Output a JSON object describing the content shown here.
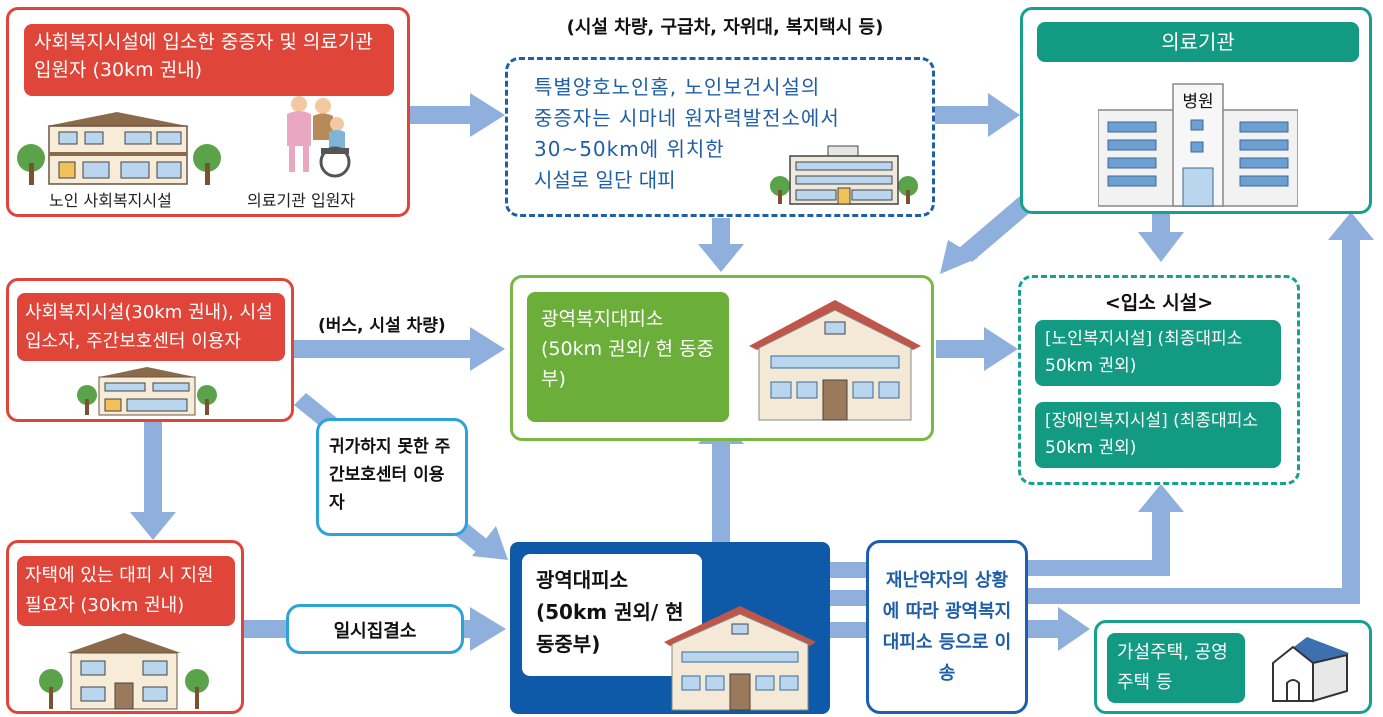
{
  "nodes": {
    "top_left": {
      "label": "사회복지시설에 입소한 중증자 및 의료기관 입원자 (30km 권내)",
      "caption_facility": "노인 사회복지시설",
      "caption_patient": "의료기관 입원자"
    },
    "top_middle": {
      "header": "(시설 차량, 구급차, 자위대, 복지택시 등)",
      "line1": "특별양호노인홈, 노인보건시설의",
      "line2": "중증자는 시마네 원자력발전소에서",
      "line3": "30~50km에 위치한",
      "line4": "시설로 일단 대피"
    },
    "medical": {
      "title": "의료기관",
      "hospital_sign": "병원"
    },
    "mid_left": {
      "label": "사회복지시설(30km 권내), 시설 입소자, 주간보호센터 이용자"
    },
    "bus_label": "(버스, 시설 차량)",
    "welfare_shelter": {
      "label": "광역복지대피소 (50km 권외/ 현 동중부)"
    },
    "admission": {
      "title": "<입소 시설>",
      "item1": "[노인복지시설] (최종대피소 50km 권외)",
      "item2": "[장애인복지시설] (최종대피소 50km 권외)"
    },
    "daycare": {
      "label": "귀가하지 못한 주간보호센터 이용자"
    },
    "home": {
      "label": "자택에 있는 대피 시 지원 필요자 (30km 권내)"
    },
    "gathering": {
      "label": "일시집결소"
    },
    "wide_shelter": {
      "label": "광역대피소 (50km 권외/ 현 동중부)"
    },
    "transfer": {
      "label": "재난약자의 상황에 따라 광역복지대피소 등으로 이송"
    },
    "housing": {
      "label": "가설주택, 공영주택 등"
    }
  },
  "colors": {
    "red": "#e0453a",
    "blue": "#1f5fa8",
    "teal": "#139a82",
    "green": "#79b843",
    "light_blue": "#2aa3d8",
    "navy": "#0f5aa8",
    "arrow": "#8fb0dc"
  }
}
